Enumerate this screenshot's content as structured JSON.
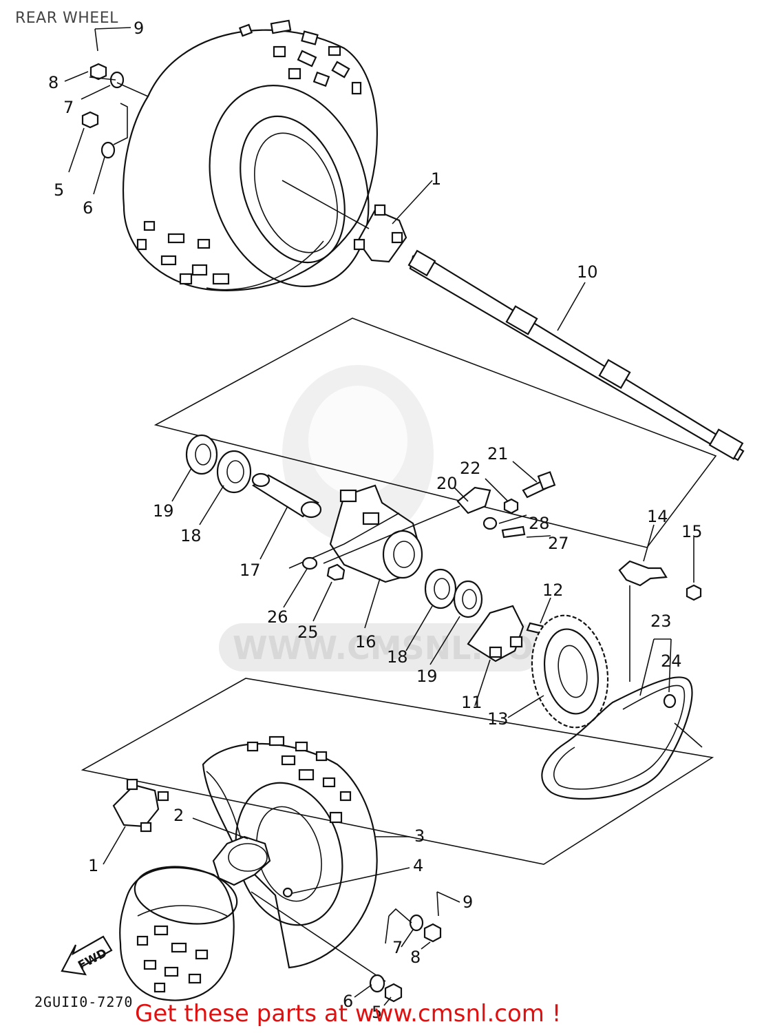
{
  "title": "REAR WHEEL",
  "diagram_code": "2GUII0-7270",
  "footer_text": "Get these parts at www.cmsnl.com !",
  "watermark": {
    "text": "WWW.CMSNL.COM",
    "logo": "cmsnl"
  },
  "fwd_label": "FWD",
  "callouts": {
    "c1_top": "1",
    "c1_bottom": "1",
    "c2": "2",
    "c3": "3",
    "c4": "4",
    "c5_top": "5",
    "c5_bottom": "5",
    "c6_top": "6",
    "c6_bottom": "6",
    "c7_top": "7",
    "c7_bottom": "7",
    "c8_top": "8",
    "c8_bottom": "8",
    "c9_top": "9",
    "c9_bottom": "9",
    "c10": "10",
    "c11": "11",
    "c12": "12",
    "c13": "13",
    "c14": "14",
    "c15": "15",
    "c16": "16",
    "c17": "17",
    "c18_left": "18",
    "c18_right": "18",
    "c19_left": "19",
    "c19_right": "19",
    "c20": "20",
    "c21": "21",
    "c22": "22",
    "c23": "23",
    "c24": "24",
    "c25": "25",
    "c26": "26",
    "c27": "27",
    "c28": "28"
  }
}
